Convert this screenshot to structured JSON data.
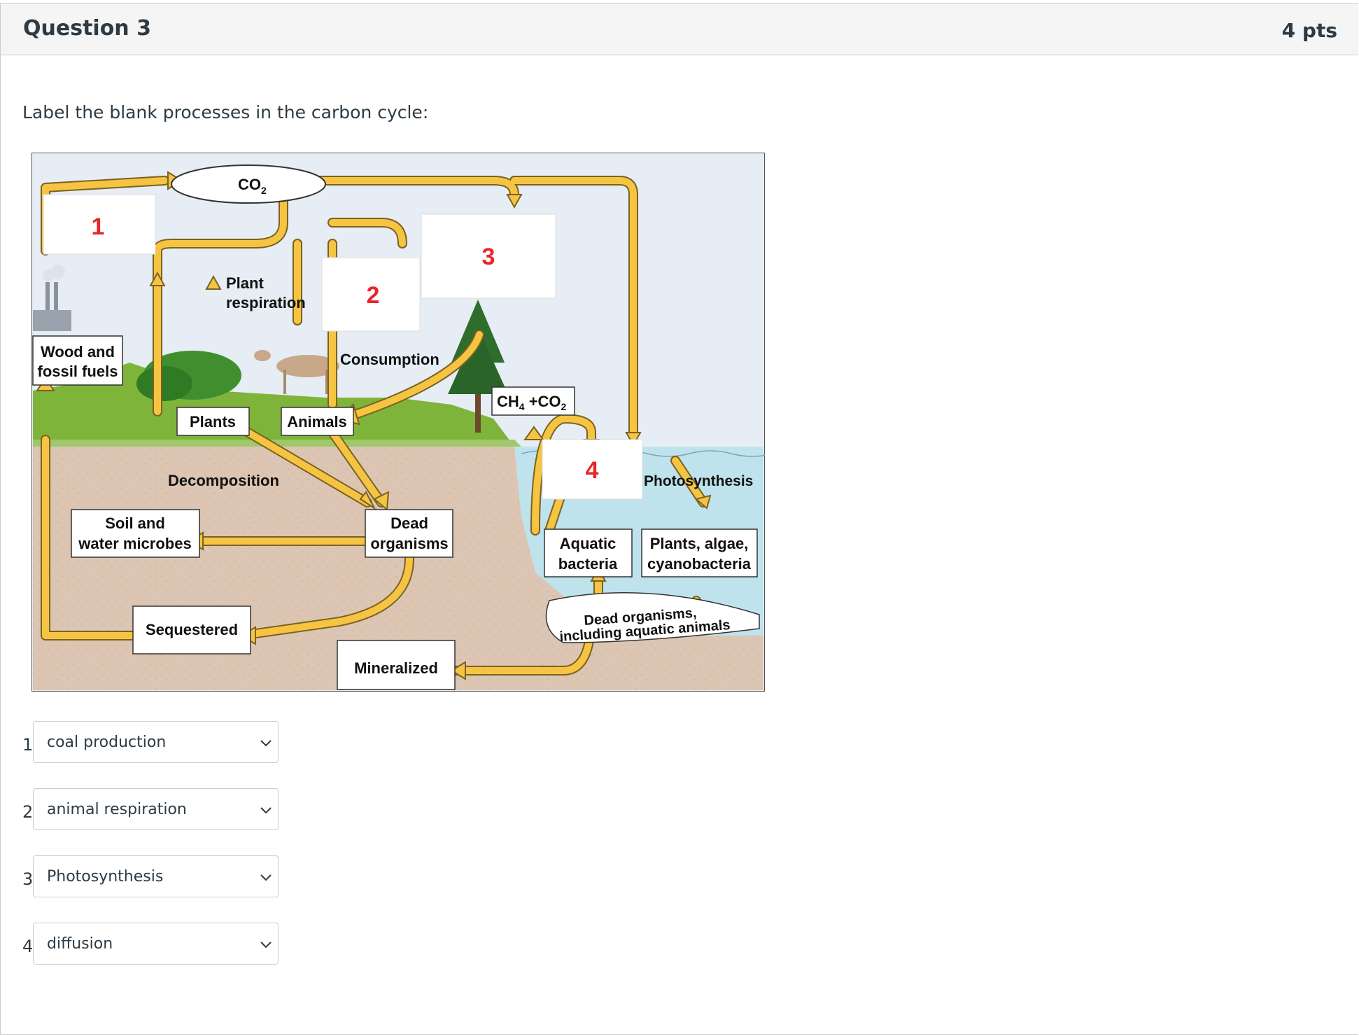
{
  "question": {
    "title": "Question 3",
    "points": "4 pts",
    "prompt": "Label the blank processes in the carbon cycle:"
  },
  "diagram": {
    "co2": "CO",
    "co2_sub": "2",
    "blank_numbers": [
      "1",
      "2",
      "3",
      "4"
    ],
    "labels": {
      "plant_respiration_1": "Plant",
      "plant_respiration_2": "respiration",
      "wood_1": "Wood and",
      "wood_2": "fossil fuels",
      "consumption": "Consumption",
      "plants": "Plants",
      "animals": "Animals",
      "ch4": "CH",
      "ch4_sub": "4",
      "ch4_plus": " +CO",
      "ch4_co2_sub": "2",
      "decomposition": "Decomposition",
      "photosynthesis": "Photosynthesis",
      "soil_1": "Soil and",
      "soil_2": "water microbes",
      "dead_1": "Dead",
      "dead_2": "organisms",
      "aquatic_1": "Aquatic",
      "aquatic_2": "bacteria",
      "algae_1": "Plants, algae,",
      "algae_2": "cyanobacteria",
      "dead_aquatic_1": "Dead organisms,",
      "dead_aquatic_2": "including aquatic animals",
      "sequestered": "Sequestered",
      "mineralized": "Mineralized"
    }
  },
  "answers": [
    {
      "number": "1",
      "selected": "coal production"
    },
    {
      "number": "2",
      "selected": "animal respiration"
    },
    {
      "number": "3",
      "selected": "Photosynthesis"
    },
    {
      "number": "4",
      "selected": "diffusion"
    }
  ],
  "colors": {
    "arrow": "#f6c443",
    "sky": "#e6edf4",
    "soil": "#dcc5b2",
    "grass": "#7fb43b",
    "water": "#bfe3ec",
    "blank_number": "#e8262a"
  }
}
